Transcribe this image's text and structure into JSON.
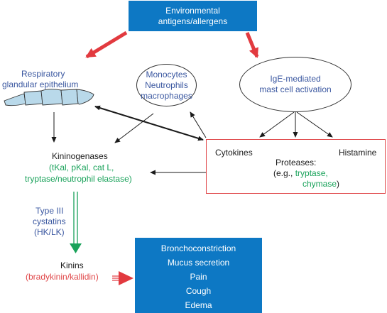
{
  "nodes": {
    "environmental": [
      "Environmental",
      "antigens/allergens"
    ],
    "epithelium": [
      "Respiratory",
      "glandular epithelium"
    ],
    "monocytes": [
      "Monocytes",
      "Neutrophils",
      "macrophages"
    ],
    "mast_cell": [
      "IgE-mediated",
      "mast cell activation"
    ],
    "mediators": {
      "cytokines": "Cytokines",
      "histamine": "Histamine",
      "proteases": "Proteases:",
      "eg_prefix": "(e.g., ",
      "tryptase": "tryptase,",
      "chymase": "chymase",
      "close": ")"
    },
    "kininogenases": {
      "title": "Kininogenases",
      "line1": "(tKal, pKal, cat L,",
      "line2": "tryptase/neutrophil elastase)"
    },
    "cystatins": [
      "Type III",
      "cystatins",
      "(HK/LK)"
    ],
    "kinins": {
      "title": "Kinins",
      "subtitle": "(bradykinin/kallidin)"
    },
    "effects": [
      "Bronchoconstriction",
      "Mucus secretion",
      "Pain",
      "Cough",
      "Edema"
    ]
  },
  "colors": {
    "box_blue": "#0d78c4",
    "text_blue": "#3a57a0",
    "text_green": "#19a25a",
    "text_red": "#e0484a",
    "arrow_red": "#e23a3f",
    "arrow_green": "#19a25a",
    "epithelium_fill": "#b9d9ea"
  }
}
